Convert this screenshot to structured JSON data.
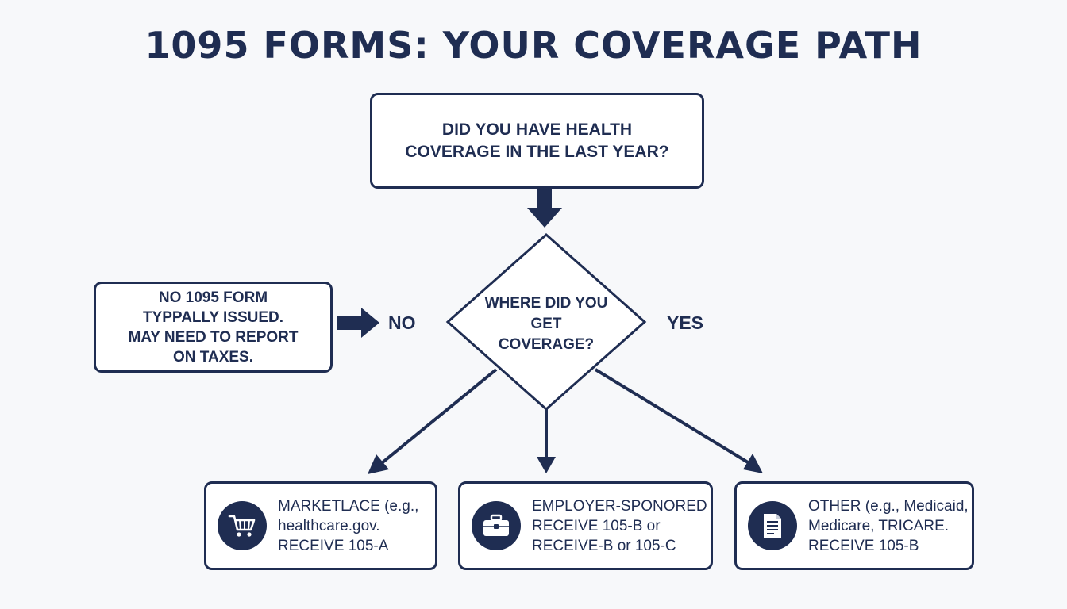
{
  "title": "1095 FORMS: YOUR COVERAGE PATH",
  "question": {
    "line1": "DID YOU HAVE HEALTH",
    "line2": "COVERAGE IN THE LAST YEAR?"
  },
  "no_branch": {
    "label": "NO",
    "line1": "NO 1095 FORM",
    "line2": "TYPPALLY ISSUED.",
    "line3": "MAY NEED TO REPORT",
    "line4": "ON TAXES."
  },
  "yes_branch": {
    "label": "YES"
  },
  "decision": {
    "line1": "WHERE DID YOU",
    "line2": "GET",
    "line3": "COVERAGE?"
  },
  "outcomes": [
    {
      "icon": "shopping-cart-icon",
      "line1": "MARKETLACE (e.g.,",
      "line2": "healthcare.gov.",
      "line3": "RECEIVE 105-A"
    },
    {
      "icon": "briefcase-icon",
      "line1": "EMPLOYER-SPONORED",
      "line2": "RECEIVE 105-B or",
      "line3": "RECEIVE-B or 105-C"
    },
    {
      "icon": "document-icon",
      "line1": "OTHER (e.g., Medicaid,",
      "line2": "Medicare, TRICARE.",
      "line3": "RECEIVE 105-B"
    }
  ],
  "colors": {
    "primary": "#1f2d52",
    "background": "#f7f8fa",
    "box_fill": "#ffffff"
  }
}
